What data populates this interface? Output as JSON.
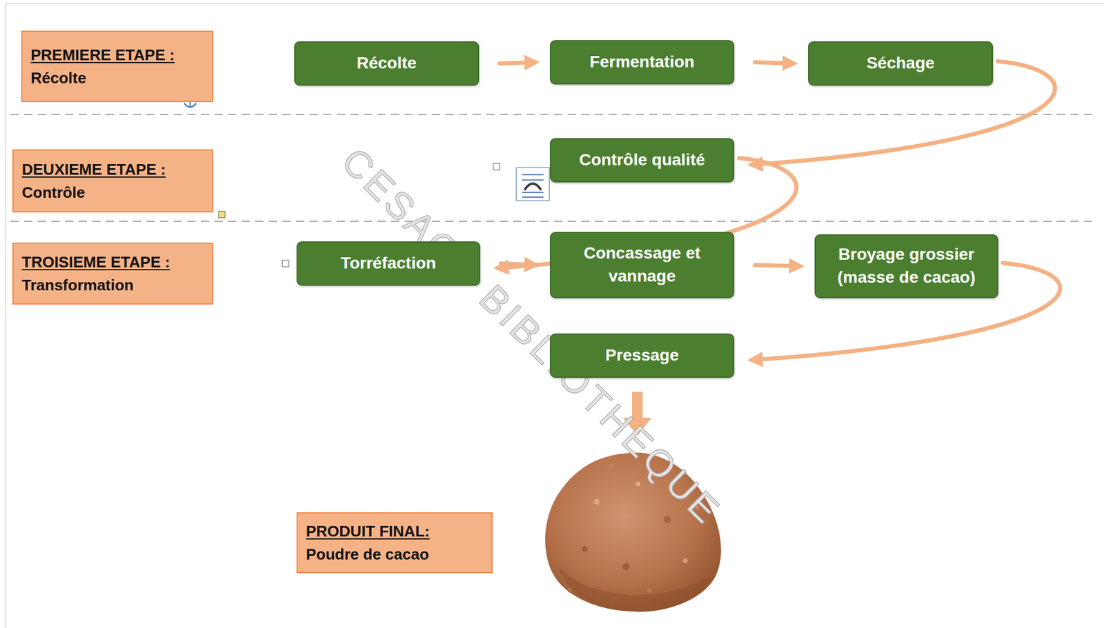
{
  "diagram": {
    "nodes": [
      {
        "text": [
          "PREMIERE ETAPE :",
          "Récolte"
        ]
      },
      {
        "text": [
          "Récolte"
        ]
      },
      {
        "text": [
          "Fermentation"
        ]
      },
      {
        "text": [
          "Séchage"
        ]
      },
      {
        "text": [
          "DEUXIEME ETAPE :",
          "Contrôle"
        ]
      },
      {
        "text": [
          "Contrôle qualité"
        ]
      },
      {
        "text": [
          "TROISIEME ETAPE :",
          "Transformation"
        ]
      },
      {
        "text": [
          "Torréfaction"
        ]
      },
      {
        "text": [
          "Concassage et vannage"
        ]
      },
      {
        "text": [
          "Broyage grossier (masse de cacao)"
        ]
      },
      {
        "text": [
          "Pressage"
        ]
      },
      {
        "text": [
          "PRODUIT FINAL:",
          "Poudre de cacao"
        ]
      }
    ],
    "edges": [
      {
        "from": 1,
        "to": 2,
        "arrow": "to"
      },
      {
        "from": 2,
        "to": 3,
        "arrow": "to"
      },
      {
        "from": 3,
        "to": 5,
        "arrow": "to"
      },
      {
        "from": 5,
        "to": 7,
        "arrow": "to"
      },
      {
        "from": 7,
        "to": 8,
        "arrow": "to"
      },
      {
        "from": 8,
        "to": 9,
        "arrow": "to"
      },
      {
        "from": 9,
        "to": 10,
        "arrow": "to"
      }
    ],
    "labels": [
      "CESAG - BIBLIOTHEQUE"
    ]
  }
}
